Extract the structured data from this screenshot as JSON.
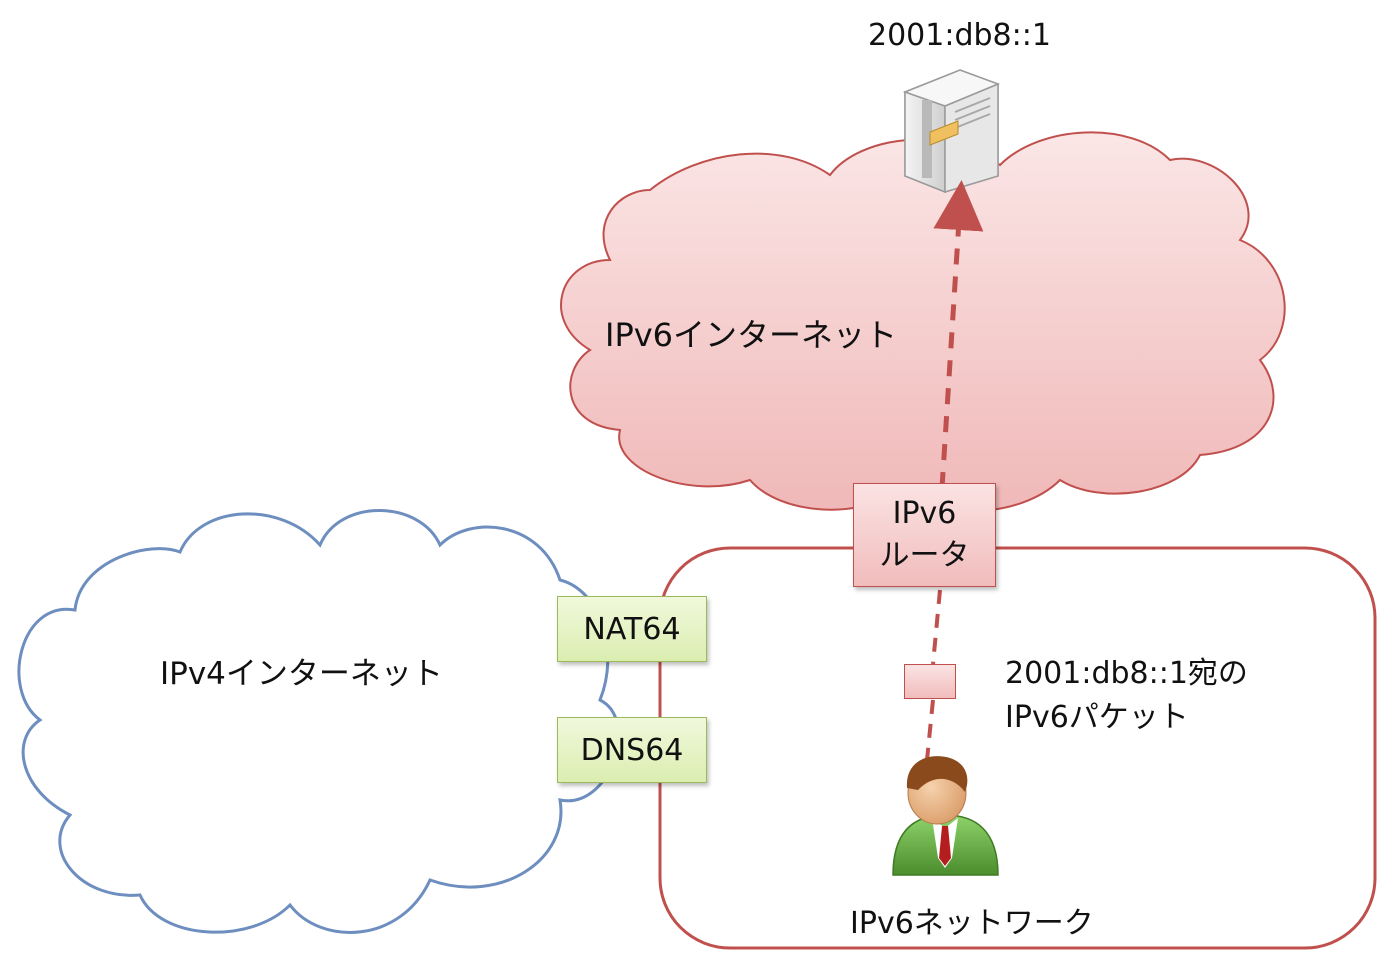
{
  "server": {
    "address": "2001:db8::1",
    "icon": "server-icon"
  },
  "clouds": {
    "ipv6_internet": {
      "label": "IPv6インターネット",
      "color": "#f2c7c7"
    },
    "ipv4_internet": {
      "label": "IPv4インターネット",
      "color": "#ffffff"
    }
  },
  "router": {
    "line1": "IPv6",
    "line2": "ルータ"
  },
  "gateways": {
    "nat64": "NAT64",
    "dns64": "DNS64"
  },
  "packet": {
    "line1": "2001:db8::1宛の",
    "line2": "IPv6パケット"
  },
  "network": {
    "label": "IPv6ネットワーク",
    "border_color": "#c0504d"
  },
  "user": {
    "icon": "user-icon"
  }
}
